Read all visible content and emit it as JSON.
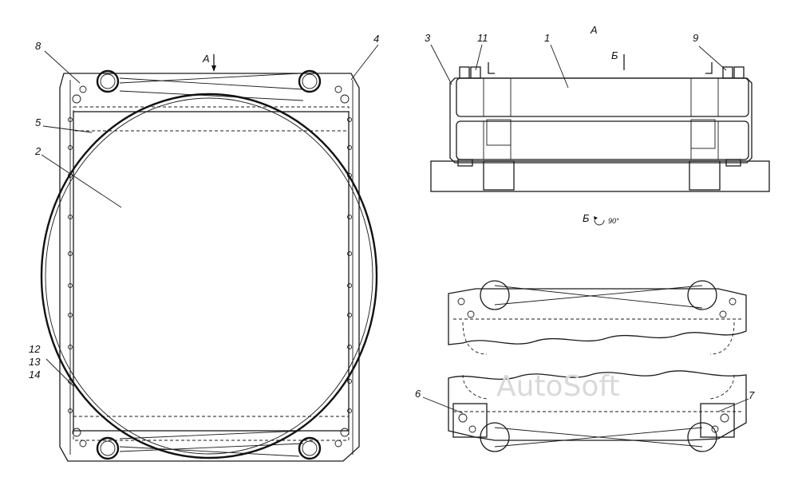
{
  "watermark": "AutoSoft",
  "views": {
    "front": {
      "label_A": "А"
    },
    "side": {
      "title": "А",
      "label_B": "Б"
    },
    "detail": {
      "title": "Б",
      "title_suffix": "90°"
    }
  },
  "callouts": {
    "c1": "1",
    "c2": "2",
    "c3": "3",
    "c4": "4",
    "c5": "5",
    "c6": "6",
    "c7": "7",
    "c8": "8",
    "c9": "9",
    "c11": "11",
    "c12": "12",
    "c13": "13",
    "c14": "14"
  }
}
